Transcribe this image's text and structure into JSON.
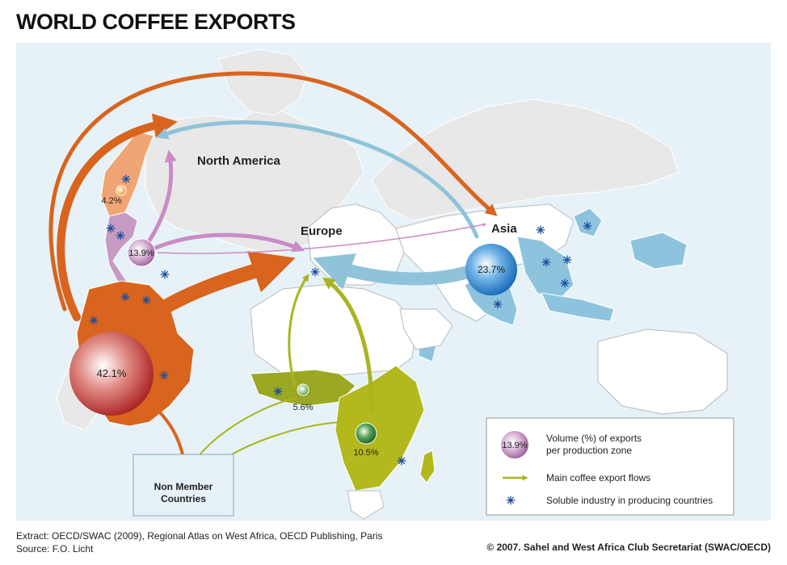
{
  "title": "WORLD COFFEE EXPORTS",
  "regions": {
    "north_america": "North America",
    "europe": "Europe",
    "asia": "Asia",
    "non_member": [
      "Non Member",
      "Countries"
    ]
  },
  "zones": [
    {
      "id": "central-america",
      "value": "4.2%",
      "color": "#f2a36d"
    },
    {
      "id": "caribbean-mexico",
      "value": "13.9%",
      "color": "#c78fc0"
    },
    {
      "id": "south-america",
      "value": "42.1%",
      "color": "#c0392b"
    },
    {
      "id": "west-africa",
      "value": "5.6%",
      "color": "#66a84f"
    },
    {
      "id": "east-africa",
      "value": "10.5%",
      "color": "#2e7d32"
    },
    {
      "id": "asia-pacific",
      "value": "23.7%",
      "color": "#2f8bd0"
    }
  ],
  "legend": {
    "bubble_value": "13.9%",
    "volume_line1": "Volume (%) of exports",
    "volume_line2": "per production zone",
    "flows": "Main coffee export flows",
    "soluble": "Soluble industry in producing countries"
  },
  "footer": {
    "extract": "Extract: OECD/SWAC (2009), Regional Atlas on West Africa, OECD Publishing, Paris",
    "source": "Source: F.O. Licht",
    "copyright": "© 2007. Sahel and West Africa Club Secretariat (SWAC/OECD)"
  },
  "colors": {
    "ocean": "#e6f2f8",
    "land": "#e8e8e8",
    "south_america": "#d9641e",
    "central_america": "#f0a674",
    "caribbean": "#c79ac4",
    "west_africa": "#9aa823",
    "east_africa": "#b3b81c",
    "asia": "#8ec3de",
    "flow_orange": "#d9641e",
    "flow_purple": "#c98cc6",
    "flow_blue": "#8fc3da",
    "flow_green": "#a8b51f",
    "soluble_star": "#1b4f9c"
  },
  "icons": [
    "soluble-star-icon",
    "flow-arrow-icon"
  ]
}
